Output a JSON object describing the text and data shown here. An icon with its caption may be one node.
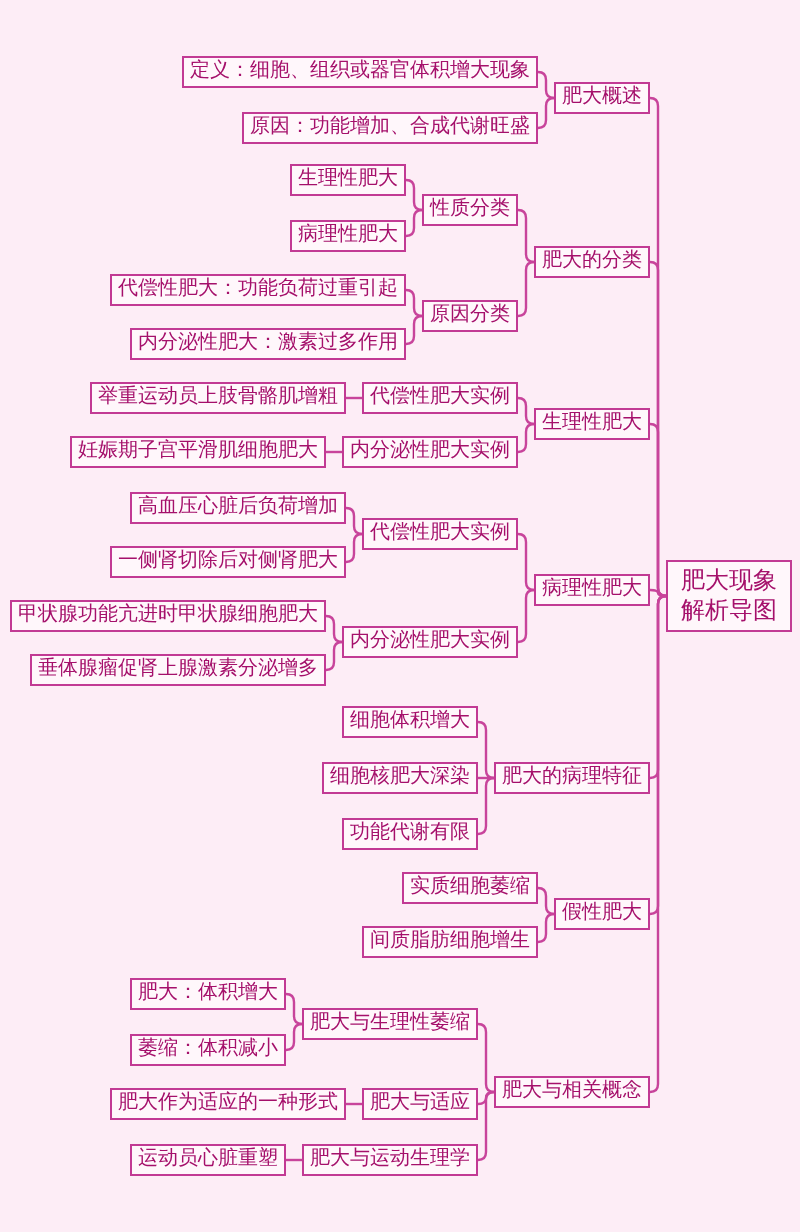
{
  "diagram": {
    "nodes": [
      {
        "text": [
          "肥大现象解析导图"
        ]
      },
      {
        "text": [
          "肥大概述"
        ]
      },
      {
        "text": [
          "定义：细胞、组织或器官体积增大现象"
        ]
      },
      {
        "text": [
          "原因：功能增加、合成代谢旺盛"
        ]
      },
      {
        "text": [
          "肥大的分类"
        ]
      },
      {
        "text": [
          "性质分类"
        ]
      },
      {
        "text": [
          "生理性肥大"
        ]
      },
      {
        "text": [
          "病理性肥大"
        ]
      },
      {
        "text": [
          "原因分类"
        ]
      },
      {
        "text": [
          "代偿性肥大：功能负荷过重引起"
        ]
      },
      {
        "text": [
          "内分泌性肥大：激素过多作用"
        ]
      },
      {
        "text": [
          "生理性肥大"
        ]
      },
      {
        "text": [
          "代偿性肥大实例"
        ]
      },
      {
        "text": [
          "举重运动员上肢骨骼肌增粗"
        ]
      },
      {
        "text": [
          "内分泌性肥大实例"
        ]
      },
      {
        "text": [
          "妊娠期子宫平滑肌细胞肥大"
        ]
      },
      {
        "text": [
          "病理性肥大"
        ]
      },
      {
        "text": [
          "代偿性肥大实例"
        ]
      },
      {
        "text": [
          "高血压心脏后负荷增加"
        ]
      },
      {
        "text": [
          "一侧肾切除后对侧肾肥大"
        ]
      },
      {
        "text": [
          "内分泌性肥大实例"
        ]
      },
      {
        "text": [
          "甲状腺功能亢进时甲状腺细胞肥大"
        ]
      },
      {
        "text": [
          "垂体腺瘤促肾上腺激素分泌增多"
        ]
      },
      {
        "text": [
          "肥大的病理特征"
        ]
      },
      {
        "text": [
          "细胞体积增大"
        ]
      },
      {
        "text": [
          "细胞核肥大深染"
        ]
      },
      {
        "text": [
          "功能代谢有限"
        ]
      },
      {
        "text": [
          "假性肥大"
        ]
      },
      {
        "text": [
          "实质细胞萎缩"
        ]
      },
      {
        "text": [
          "间质脂肪细胞增生"
        ]
      },
      {
        "text": [
          "肥大与相关概念"
        ]
      },
      {
        "text": [
          "肥大与生理性萎缩"
        ]
      },
      {
        "text": [
          "肥大：体积增大"
        ]
      },
      {
        "text": [
          "萎缩：体积减小"
        ]
      },
      {
        "text": [
          "肥大与适应"
        ]
      },
      {
        "text": [
          "肥大作为适应的一种形式"
        ]
      },
      {
        "text": [
          "肥大与运动生理学"
        ]
      },
      {
        "text": [
          "运动员心脏重塑"
        ]
      }
    ],
    "edges": [
      {
        "from": 0,
        "to": 1,
        "arrow": "none"
      },
      {
        "from": 1,
        "to": 2,
        "arrow": "none"
      },
      {
        "from": 1,
        "to": 3,
        "arrow": "none"
      },
      {
        "from": 0,
        "to": 4,
        "arrow": "none"
      },
      {
        "from": 4,
        "to": 5,
        "arrow": "none"
      },
      {
        "from": 5,
        "to": 6,
        "arrow": "none"
      },
      {
        "from": 5,
        "to": 7,
        "arrow": "none"
      },
      {
        "from": 4,
        "to": 8,
        "arrow": "none"
      },
      {
        "from": 8,
        "to": 9,
        "arrow": "none"
      },
      {
        "from": 8,
        "to": 10,
        "arrow": "none"
      },
      {
        "from": 0,
        "to": 11,
        "arrow": "none"
      },
      {
        "from": 11,
        "to": 12,
        "arrow": "none"
      },
      {
        "from": 12,
        "to": 13,
        "arrow": "none"
      },
      {
        "from": 11,
        "to": 14,
        "arrow": "none"
      },
      {
        "from": 14,
        "to": 15,
        "arrow": "none"
      },
      {
        "from": 0,
        "to": 16,
        "arrow": "none"
      },
      {
        "from": 16,
        "to": 17,
        "arrow": "none"
      },
      {
        "from": 17,
        "to": 18,
        "arrow": "none"
      },
      {
        "from": 17,
        "to": 19,
        "arrow": "none"
      },
      {
        "from": 16,
        "to": 20,
        "arrow": "none"
      },
      {
        "from": 20,
        "to": 21,
        "arrow": "none"
      },
      {
        "from": 20,
        "to": 22,
        "arrow": "none"
      },
      {
        "from": 0,
        "to": 23,
        "arrow": "none"
      },
      {
        "from": 23,
        "to": 24,
        "arrow": "none"
      },
      {
        "from": 23,
        "to": 25,
        "arrow": "none"
      },
      {
        "from": 23,
        "to": 26,
        "arrow": "none"
      },
      {
        "from": 0,
        "to": 27,
        "arrow": "none"
      },
      {
        "from": 27,
        "to": 28,
        "arrow": "none"
      },
      {
        "from": 27,
        "to": 29,
        "arrow": "none"
      },
      {
        "from": 0,
        "to": 30,
        "arrow": "none"
      },
      {
        "from": 30,
        "to": 31,
        "arrow": "none"
      },
      {
        "from": 31,
        "to": 32,
        "arrow": "none"
      },
      {
        "from": 31,
        "to": 33,
        "arrow": "none"
      },
      {
        "from": 30,
        "to": 34,
        "arrow": "none"
      },
      {
        "from": 34,
        "to": 35,
        "arrow": "none"
      },
      {
        "from": 30,
        "to": 36,
        "arrow": "none"
      },
      {
        "from": 36,
        "to": 37,
        "arrow": "none"
      }
    ]
  }
}
